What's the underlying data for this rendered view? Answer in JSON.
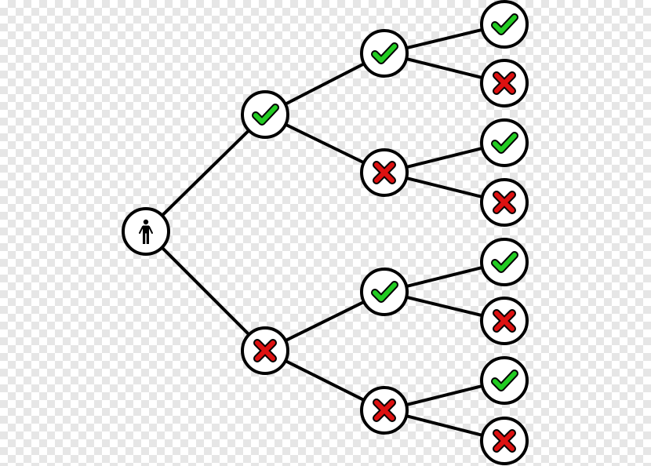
{
  "diagram": {
    "type": "decision-tree",
    "colors": {
      "check": "#22cc22",
      "cross": "#dd1111",
      "stroke": "#000000",
      "node_fill": "#ffffff",
      "background_check": "#e6e6e6"
    },
    "nodes": [
      {
        "id": "root",
        "kind": "person"
      },
      {
        "id": "l1-a",
        "kind": "check",
        "parent": "root"
      },
      {
        "id": "l1-b",
        "kind": "cross",
        "parent": "root"
      },
      {
        "id": "l2-aa",
        "kind": "check",
        "parent": "l1-a"
      },
      {
        "id": "l2-ab",
        "kind": "cross",
        "parent": "l1-a"
      },
      {
        "id": "l2-ba",
        "kind": "check",
        "parent": "l1-b"
      },
      {
        "id": "l2-bb",
        "kind": "cross",
        "parent": "l1-b"
      },
      {
        "id": "l3-aaa",
        "kind": "check",
        "parent": "l2-aa"
      },
      {
        "id": "l3-aab",
        "kind": "cross",
        "parent": "l2-aa"
      },
      {
        "id": "l3-aba",
        "kind": "check",
        "parent": "l2-ab"
      },
      {
        "id": "l3-abb",
        "kind": "cross",
        "parent": "l2-ab"
      },
      {
        "id": "l3-baa",
        "kind": "check",
        "parent": "l2-ba"
      },
      {
        "id": "l3-bab",
        "kind": "cross",
        "parent": "l2-ba"
      },
      {
        "id": "l3-bba",
        "kind": "check",
        "parent": "l2-bb"
      },
      {
        "id": "l3-bbb",
        "kind": "cross",
        "parent": "l2-bb"
      }
    ]
  }
}
